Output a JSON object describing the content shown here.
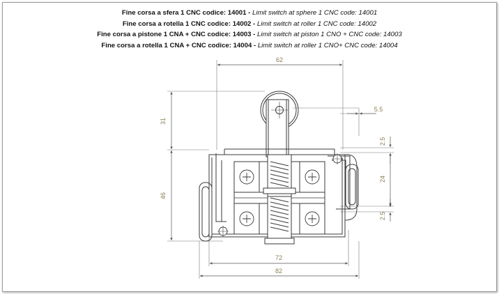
{
  "captions": [
    {
      "italian": "Fine corsa a sfera 1 CNC codice: 14001",
      "sep": " - ",
      "english": "Limit switch at sphere 1 CNC code: 14001"
    },
    {
      "italian": "Fine corsa a rotella 1 CNC codice: 14002",
      "sep": " - ",
      "english": "Limit switch at roller 1 CNC code: 14002"
    },
    {
      "italian": "Fine corsa a pistone 1 CNA + CNC codice: 14003",
      "sep": " - ",
      "english": "Limit switch at piston 1 CNO + CNC code: 14003"
    },
    {
      "italian": "Fine corsa a rotella 1 CNA + CNC codice: 14004",
      "sep": " - ",
      "english": "Limit switch at roller 1 CNO+ CNC code: 14004"
    }
  ],
  "dimensions": {
    "top_width": "62",
    "roller_height": "31",
    "offset_right": "5.5",
    "gap_top": "2.5",
    "contact_span": "24",
    "gap_bottom": "2.5",
    "body_height": "46",
    "inner_width": "72",
    "outer_width": "82"
  },
  "colors": {
    "line": "#3a3a3a",
    "dimension_text": "#8a7f55",
    "dimension_line": "#555555"
  }
}
